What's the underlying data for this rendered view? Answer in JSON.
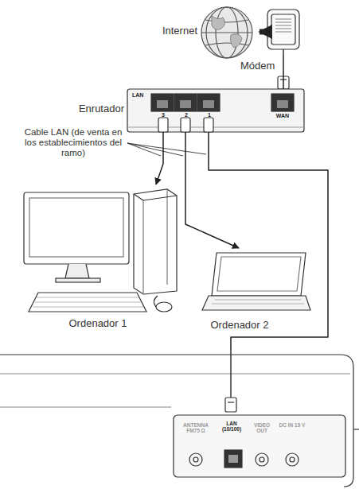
{
  "diagram": {
    "nodes": [
      {
        "text": [
          "Internet"
        ]
      },
      {
        "text": [
          "Módem"
        ]
      },
      {
        "text": [
          "Enrutador",
          "LAN",
          "3",
          "2",
          "1",
          "WAN"
        ]
      },
      {
        "text": [
          "Ordenador 1"
        ]
      },
      {
        "text": [
          "Ordenador 2"
        ]
      },
      {
        "text": [
          "ANTENNA FM75 Ω",
          "LAN (10/100)",
          "VIDEO OUT",
          "DC IN 19 V"
        ]
      }
    ],
    "edges": [
      {
        "from": 1,
        "to": 0,
        "arrow": "to"
      },
      {
        "from": 1,
        "to": 2,
        "arrow": "none"
      },
      {
        "from": 2,
        "to": 3,
        "arrow": "to"
      },
      {
        "from": 2,
        "to": 4,
        "arrow": "to"
      },
      {
        "from": 2,
        "to": 5,
        "arrow": "none"
      }
    ],
    "labels": [
      "Cable LAN (de venta en los establecimientos del ramo)"
    ]
  }
}
